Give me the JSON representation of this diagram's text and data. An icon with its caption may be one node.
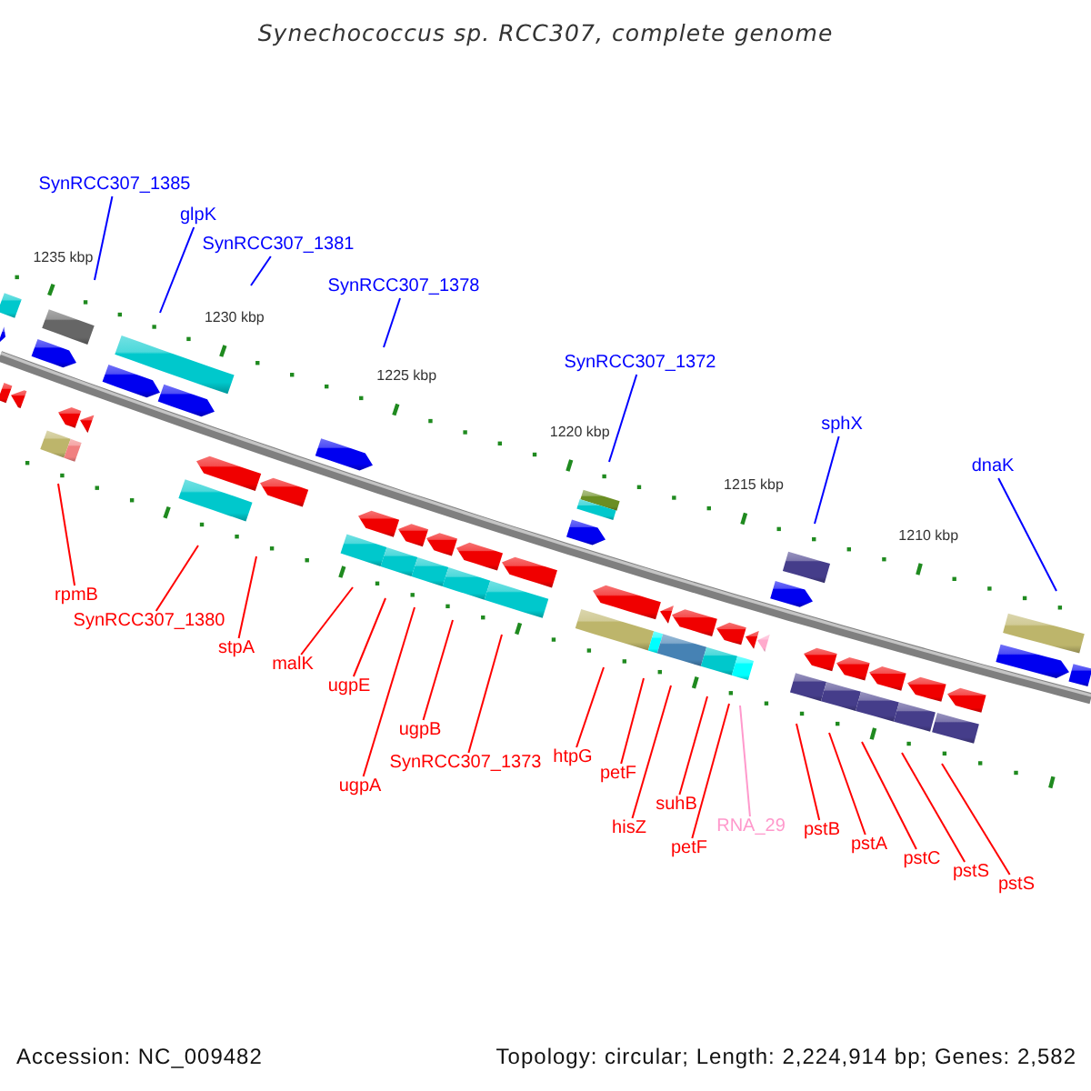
{
  "diagram": {
    "title": "Synechococcus sp. RCC307, complete genome",
    "nodes": [
      {
        "text": [
          "SynRCC307_1385"
        ]
      },
      {
        "text": [
          "glpK"
        ]
      },
      {
        "text": [
          "SynRCC307_1381"
        ]
      },
      {
        "text": [
          "SynRCC307_1378"
        ]
      },
      {
        "text": [
          "SynRCC307_1372"
        ]
      },
      {
        "text": [
          "sphX"
        ]
      },
      {
        "text": [
          "dnaK"
        ]
      },
      {
        "text": [
          "rpmB"
        ]
      },
      {
        "text": [
          "SynRCC307_1380"
        ]
      },
      {
        "text": [
          "stpA"
        ]
      },
      {
        "text": [
          "malK"
        ]
      },
      {
        "text": [
          "ugpE"
        ]
      },
      {
        "text": [
          "ugpA"
        ]
      },
      {
        "text": [
          "ugpB"
        ]
      },
      {
        "text": [
          "SynRCC307_1373"
        ]
      },
      {
        "text": [
          "htpG"
        ]
      },
      {
        "text": [
          "petF"
        ]
      },
      {
        "text": [
          "hisZ"
        ]
      },
      {
        "text": [
          "suhB"
        ]
      },
      {
        "text": [
          "petF"
        ]
      },
      {
        "text": [
          "RNA_29"
        ]
      },
      {
        "text": [
          "pstB"
        ]
      },
      {
        "text": [
          "pstA"
        ]
      },
      {
        "text": [
          "pstC"
        ]
      },
      {
        "text": [
          "pstS"
        ]
      },
      {
        "text": [
          "pstS"
        ]
      }
    ],
    "edges": [
      {
        "from": 0,
        "to": null,
        "arrow": "none",
        "color": "#0000ff"
      },
      {
        "from": 1,
        "to": null,
        "arrow": "none",
        "color": "#0000ff"
      },
      {
        "from": 2,
        "to": null,
        "arrow": "none",
        "color": "#0000ff"
      },
      {
        "from": 3,
        "to": null,
        "arrow": "none",
        "color": "#0000ff"
      },
      {
        "from": 4,
        "to": null,
        "arrow": "none",
        "color": "#0000ff"
      },
      {
        "from": 5,
        "to": null,
        "arrow": "none",
        "color": "#0000ff"
      },
      {
        "from": 6,
        "to": null,
        "arrow": "none",
        "color": "#0000ff"
      },
      {
        "from": 7,
        "to": null,
        "arrow": "none"
      },
      {
        "from": 8,
        "to": null,
        "arrow": "none"
      },
      {
        "from": 9,
        "to": null,
        "arrow": "none"
      },
      {
        "from": 10,
        "to": null,
        "arrow": "none"
      },
      {
        "from": 11,
        "to": null,
        "arrow": "none"
      },
      {
        "from": 12,
        "to": null,
        "arrow": "none"
      },
      {
        "from": 13,
        "to": null,
        "arrow": "none"
      },
      {
        "from": 14,
        "to": null,
        "arrow": "none"
      },
      {
        "from": 15,
        "to": null,
        "arrow": "none"
      },
      {
        "from": 16,
        "to": null,
        "arrow": "none"
      },
      {
        "from": 17,
        "to": null,
        "arrow": "none"
      },
      {
        "from": 18,
        "to": null,
        "arrow": "none"
      },
      {
        "from": 19,
        "to": null,
        "arrow": "none"
      },
      {
        "from": 20,
        "to": null,
        "arrow": "none",
        "color": "#ff99cc"
      },
      {
        "from": 21,
        "to": null,
        "arrow": "none"
      },
      {
        "from": 22,
        "to": null,
        "arrow": "none"
      },
      {
        "from": 23,
        "to": null,
        "arrow": "none"
      },
      {
        "from": 24,
        "to": null,
        "arrow": "none"
      },
      {
        "from": 25,
        "to": null,
        "arrow": "none"
      }
    ],
    "labels": [
      "1235 kbp",
      "1230 kbp",
      "1225 kbp",
      "1220 kbp",
      "1215 kbp",
      "1210 kbp",
      "Accession: NC_009482",
      "Topology: circular; Length: 2,224,914 bp; Genes: 2,582"
    ]
  }
}
